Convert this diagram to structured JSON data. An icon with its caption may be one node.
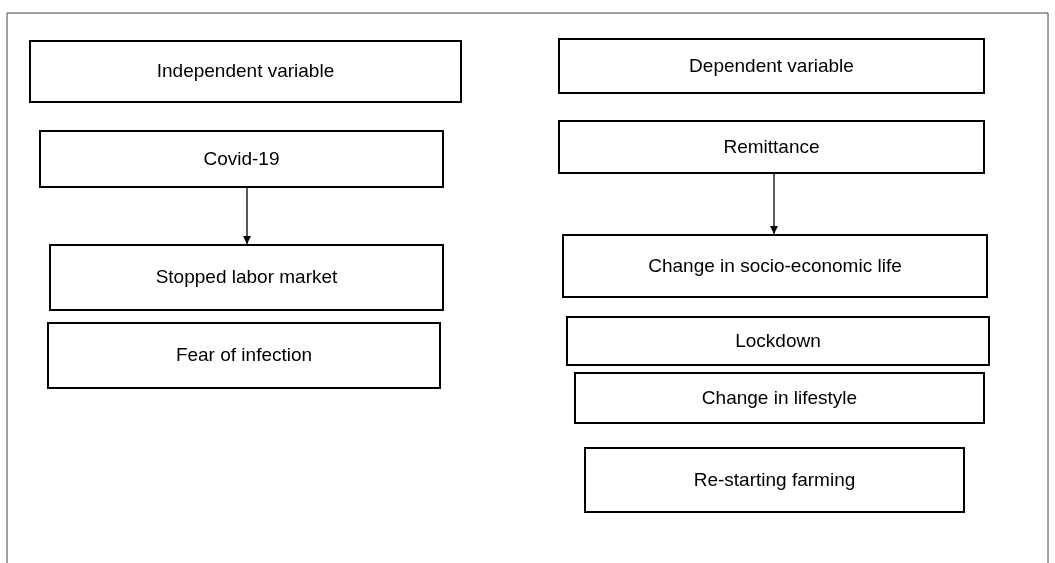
{
  "diagram": {
    "nodes": [
      {
        "text": [
          "Independent variable"
        ]
      },
      {
        "text": [
          "Dependent variable"
        ]
      },
      {
        "text": [
          "Covid-19"
        ]
      },
      {
        "text": [
          "Remittance"
        ]
      },
      {
        "text": [
          "Stopped labor market"
        ]
      },
      {
        "text": [
          "Change in socio-economic life"
        ]
      },
      {
        "text": [
          "Fear of infection"
        ]
      },
      {
        "text": [
          "Lockdown"
        ]
      },
      {
        "text": [
          "Change in lifestyle"
        ]
      },
      {
        "text": [
          "Re-starting farming"
        ]
      }
    ],
    "edges": [
      {
        "from": 2,
        "to": 4,
        "arrow": "to"
      },
      {
        "from": 3,
        "to": 5,
        "arrow": "to"
      }
    ]
  }
}
